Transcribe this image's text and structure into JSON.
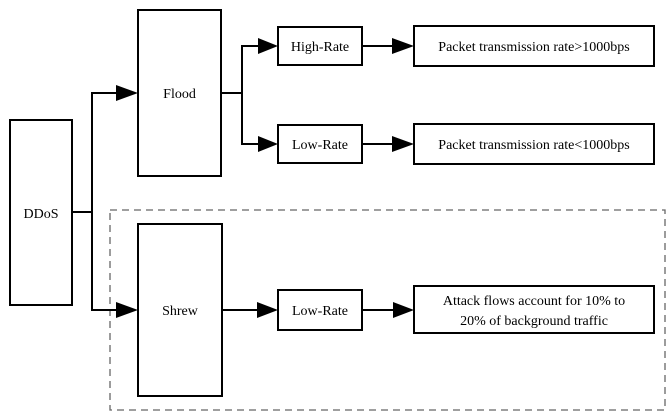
{
  "diagram": {
    "root": "DDoS",
    "flood": "Flood",
    "shrew": "Shrew",
    "high_rate": "High-Rate",
    "low_rate_flood": "Low-Rate",
    "low_rate_shrew": "Low-Rate",
    "desc_high": "Packet transmission rate>1000bps",
    "desc_low": "Packet transmission rate<1000bps",
    "desc_shrew_line1": "Attack flows account for 10% to",
    "desc_shrew_line2": "20% of background traffic"
  }
}
